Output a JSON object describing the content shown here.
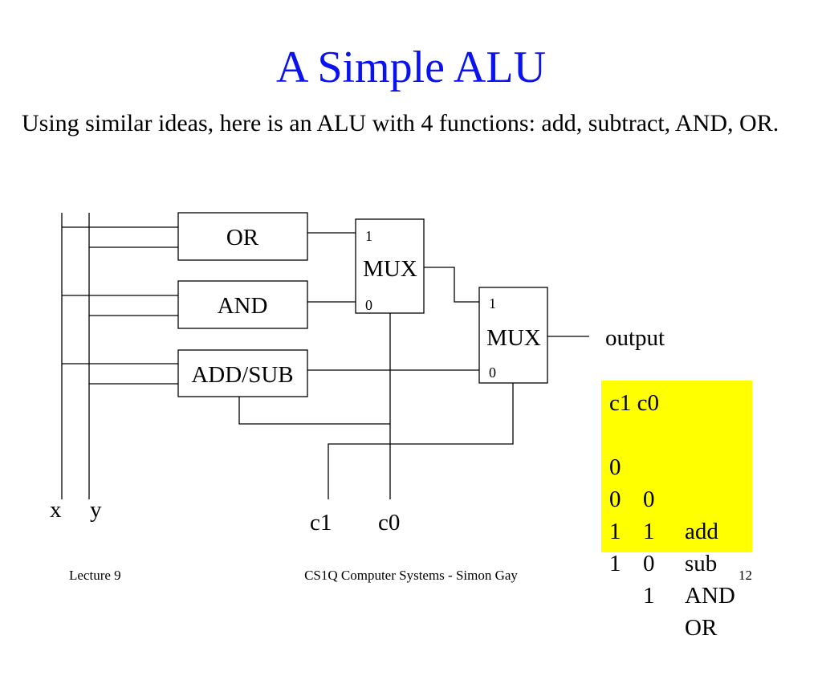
{
  "slide": {
    "title": "A Simple ALU",
    "intro": "Using similar ideas, here is an ALU with 4 functions: add, subtract, AND, OR."
  },
  "diagram": {
    "gates": {
      "or": "OR",
      "and": "AND",
      "addsub": "ADD/SUB"
    },
    "mux1": {
      "label": "MUX",
      "input1": "1",
      "input0": "0"
    },
    "mux2": {
      "label": "MUX",
      "input1": "1",
      "input0": "0"
    },
    "output_label": "output",
    "inputs": {
      "x": "x",
      "y": "y"
    },
    "controls": {
      "c1": "c1",
      "c0": "c0"
    }
  },
  "legend": {
    "header": "c1 c0",
    "background": "#ffff00",
    "rows": [
      {
        "c1": "0",
        "c0": "0",
        "fn": "add"
      },
      {
        "c1": "0",
        "c0": "1",
        "fn": "sub"
      },
      {
        "c1": "1",
        "c0": "0",
        "fn": "AND"
      },
      {
        "c1": "1",
        "c0": "1",
        "fn": "OR"
      }
    ]
  },
  "footer": {
    "left": "Lecture 9",
    "center": "CS1Q Computer Systems - Simon Gay",
    "right": "12"
  },
  "colors": {
    "title": "#0a12f0"
  }
}
